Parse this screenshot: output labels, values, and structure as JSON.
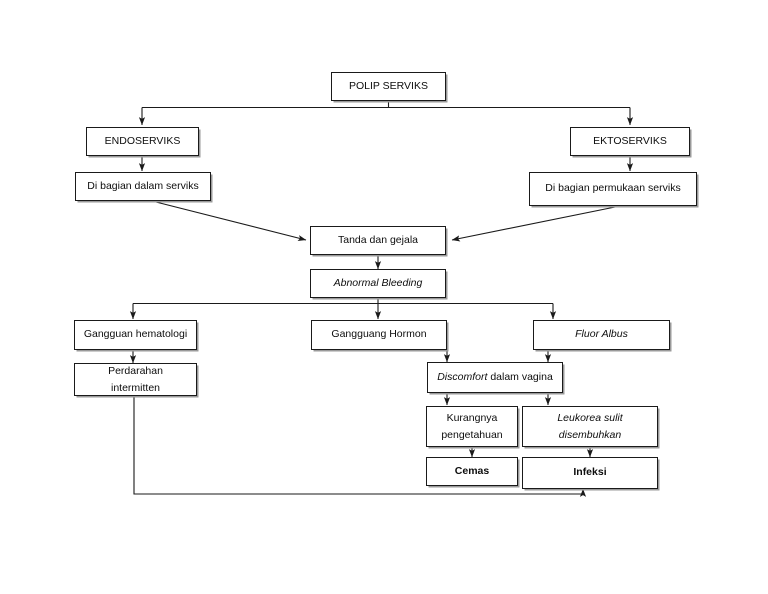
{
  "diagram": {
    "title": "Polip Serviks Pathway Flowchart",
    "background_color": "#ffffff",
    "line_color": "#1a1a1a",
    "nodes": {
      "root": {
        "label": "POLIP SERVIKS",
        "style": "normal"
      },
      "endoserviks": {
        "label": "ENDOSERVIKS",
        "style": "normal"
      },
      "ektoserviks": {
        "label": "EKTOSERVIKS",
        "style": "normal"
      },
      "dalam_serviks": {
        "label": "Di bagian dalam serviks",
        "style": "normal"
      },
      "permukaan_serviks": {
        "label": "Di bagian permukaan  serviks",
        "style": "normal"
      },
      "tanda_gejala": {
        "label": "Tanda dan gejala",
        "style": "normal"
      },
      "abnormal_bleeding": {
        "label": "Abnormal Bleeding",
        "style": "italic"
      },
      "gangguan_hematologi": {
        "label": "Gangguan hematologi",
        "style": "normal"
      },
      "gangguang_hormon": {
        "label": "Gangguang Hormon",
        "style": "normal"
      },
      "fluor_albus": {
        "label": "Fluor Albus",
        "style": "italic"
      },
      "perdarahan_intermitten": {
        "line1": "Perdarahan",
        "line2": "intermitten",
        "style": "normal"
      },
      "discomfort": {
        "label_italic": "Discomfort",
        "label_rest": " dalam vagina",
        "style": "mixed"
      },
      "kurangnya_pengetahuan": {
        "line1": "Kurangnya",
        "line2": "pengetahuan",
        "style": "normal"
      },
      "leukorea": {
        "line1": "Leukorea sulit",
        "line2": "disembuhkan",
        "style": "italic"
      },
      "cemas": {
        "label": "Cemas",
        "style": "bold"
      },
      "infeksi": {
        "label": "Infeksi",
        "style": "bold"
      }
    },
    "edges": [
      {
        "from": "root",
        "to": "endoserviks",
        "type": "elbow-arrow"
      },
      {
        "from": "root",
        "to": "ektoserviks",
        "type": "elbow-arrow"
      },
      {
        "from": "endoserviks",
        "to": "dalam_serviks",
        "type": "straight-arrow"
      },
      {
        "from": "ektoserviks",
        "to": "permukaan_serviks",
        "type": "straight-arrow"
      },
      {
        "from": "dalam_serviks",
        "to": "tanda_gejala",
        "type": "diagonal-arrow"
      },
      {
        "from": "permukaan_serviks",
        "to": "tanda_gejala",
        "type": "diagonal-arrow"
      },
      {
        "from": "tanda_gejala",
        "to": "abnormal_bleeding",
        "type": "straight-arrow"
      },
      {
        "from": "abnormal_bleeding",
        "to": "gangguan_hematologi",
        "type": "elbow-arrow"
      },
      {
        "from": "abnormal_bleeding",
        "to": "gangguang_hormon",
        "type": "elbow-arrow"
      },
      {
        "from": "abnormal_bleeding",
        "to": "fluor_albus",
        "type": "elbow-arrow"
      },
      {
        "from": "gangguan_hematologi",
        "to": "perdarahan_intermitten",
        "type": "straight-arrow"
      },
      {
        "from": "gangguang_hormon",
        "to": "discomfort",
        "type": "elbow-arrow"
      },
      {
        "from": "fluor_albus",
        "to": "discomfort",
        "type": "elbow-arrow"
      },
      {
        "from": "discomfort",
        "to": "kurangnya_pengetahuan",
        "type": "straight-arrow"
      },
      {
        "from": "discomfort",
        "to": "leukorea",
        "type": "straight-arrow"
      },
      {
        "from": "kurangnya_pengetahuan",
        "to": "cemas",
        "type": "straight-arrow"
      },
      {
        "from": "leukorea",
        "to": "infeksi",
        "type": "straight-arrow"
      },
      {
        "from": "perdarahan_intermitten",
        "to": "infeksi",
        "type": "feedback-elbow-arrow"
      }
    ]
  }
}
